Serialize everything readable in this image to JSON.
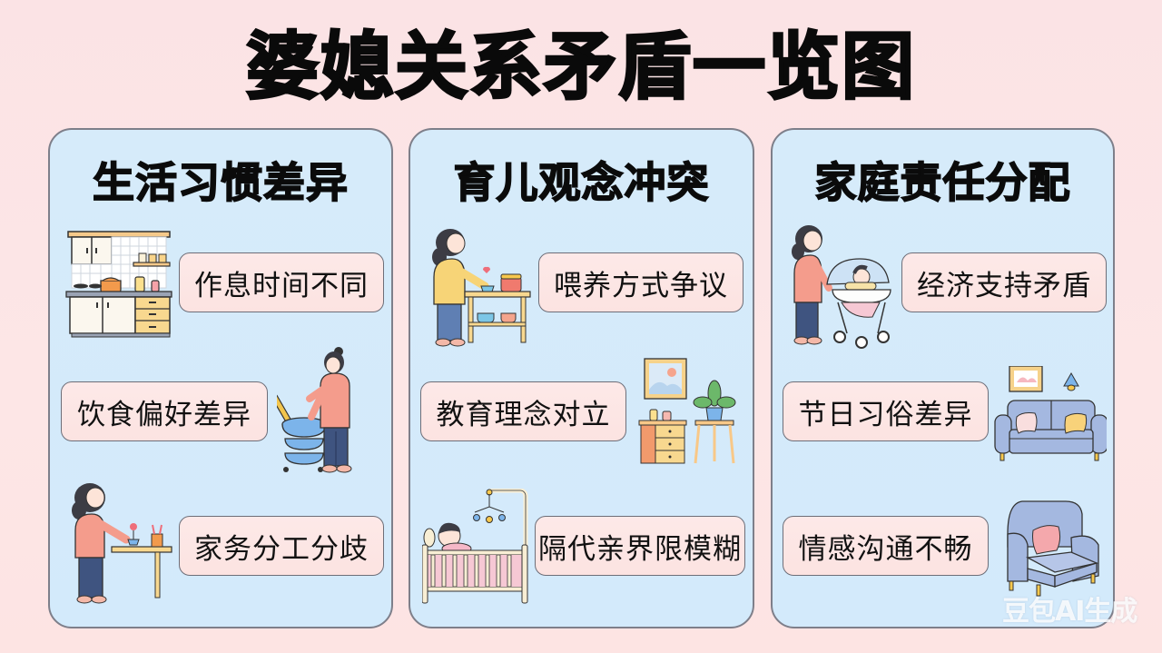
{
  "title": "婆媳关系矛盾一览图",
  "colors": {
    "background": "#fde4e4",
    "card_fill": "#d5eafa",
    "card_border": "#7e7f8a",
    "label_fill": "#fce6e4",
    "label_border": "#6d6e78",
    "text": "#0b0b0b"
  },
  "cards": [
    {
      "heading": "生活习惯差异",
      "items": [
        {
          "label": "作息时间不同",
          "icon": "kitchen-icon"
        },
        {
          "label": "饮食偏好差异",
          "icon": "woman-cooking-pot-icon"
        },
        {
          "label": "家务分工分歧",
          "icon": "woman-at-table-icon"
        }
      ]
    },
    {
      "heading": "育儿观念冲突",
      "items": [
        {
          "label": "喂养方式争议",
          "icon": "woman-feeding-table-icon"
        },
        {
          "label": "教育理念对立",
          "icon": "dresser-plant-icon"
        },
        {
          "label": "隔代亲界限模糊",
          "icon": "baby-crib-icon"
        }
      ]
    },
    {
      "heading": "家庭责任分配",
      "items": [
        {
          "label": "经济支持矛盾",
          "icon": "woman-stroller-icon"
        },
        {
          "label": "节日习俗差异",
          "icon": "sofa-icon"
        },
        {
          "label": "情感沟通不畅",
          "icon": "armchair-icon"
        }
      ]
    }
  ],
  "watermark": "豆包AI生成"
}
